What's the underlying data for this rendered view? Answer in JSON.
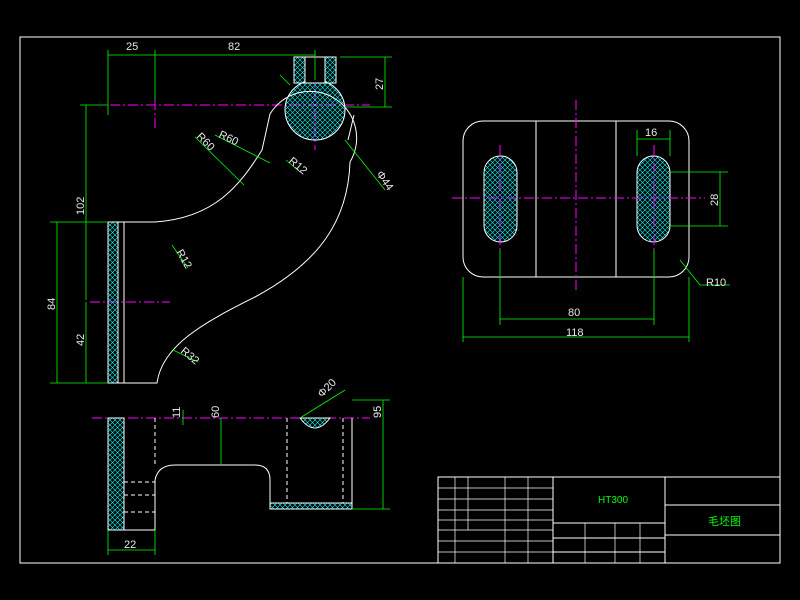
{
  "drawing": {
    "colors": {
      "background": "#000000",
      "outline": "#ffffff",
      "centerline": "#ff00ff",
      "dimension": "#00ff00",
      "hatch": "#00ffff"
    },
    "dimensions": {
      "d25": "25",
      "d82": "82",
      "d27": "27",
      "r60a": "R60",
      "r60b": "R60",
      "r12a": "R12",
      "phi44": "Φ44",
      "d102": "102",
      "d84": "84",
      "d42": "42",
      "r12b": "R12",
      "r32": "R32",
      "d16": "16",
      "d28": "28",
      "r10": "R10",
      "d80": "80",
      "d118": "118",
      "d11": "11",
      "d60": "60",
      "phi20": "Φ20",
      "d95": "95",
      "d22": "22"
    },
    "title_block": {
      "material": "HT300",
      "drawing_title": "毛坯图"
    }
  }
}
